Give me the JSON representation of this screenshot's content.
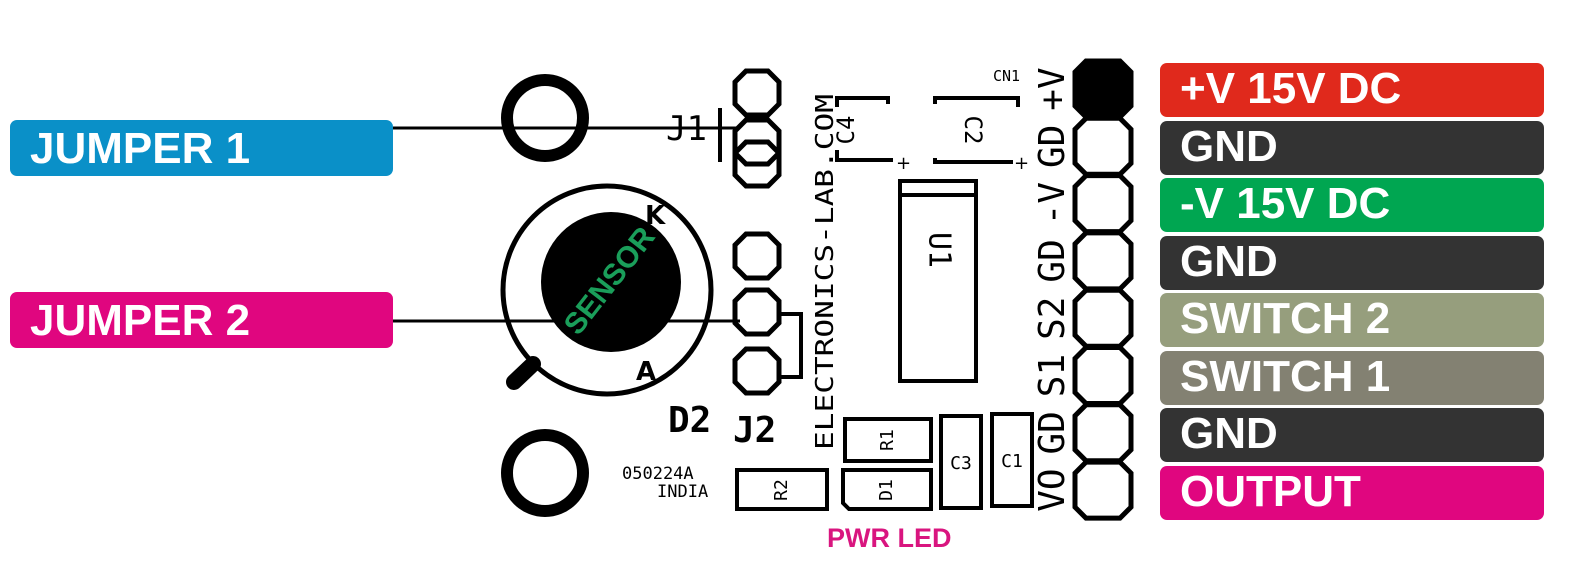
{
  "left_labels": [
    {
      "text": "JUMPER 1",
      "color": "#0a90c8"
    },
    {
      "text": "JUMPER 2",
      "color": "#e0067f"
    }
  ],
  "right_labels": [
    {
      "text": "+V 15V DC",
      "color": "#e0291c"
    },
    {
      "text": "GND",
      "color": "#333333"
    },
    {
      "text": "-V 15V DC",
      "color": "#00a651"
    },
    {
      "text": "GND",
      "color": "#333333"
    },
    {
      "text": "SWITCH 2",
      "color": "#969e7d"
    },
    {
      "text": "SWITCH 1",
      "color": "#838172"
    },
    {
      "text": "GND",
      "color": "#333333"
    },
    {
      "text": "OUTPUT",
      "color": "#e0067f"
    }
  ],
  "pwr_led": {
    "text": "PWR LED",
    "color": "#d9157f"
  },
  "silkscreen": {
    "cn1": "CN1",
    "pin_labels": [
      "+V",
      "GD",
      "-V",
      "GD",
      "S2",
      "S1",
      "GD",
      "VO"
    ],
    "j1": "J1",
    "j2": "J2",
    "d2": "D2",
    "k": "K",
    "a": "A",
    "sensor": "SENSOR",
    "sensor_color": "#1a9e5a",
    "c4": "C4",
    "c2": "C2",
    "u1": "U1",
    "website": "ELECTRONICS-LAB.COM",
    "r1": "R1",
    "r2": "R2",
    "d1": "D1",
    "c3": "C3",
    "c1": "C1",
    "board_code": "050224A",
    "country": "INDIA",
    "plus": "+"
  }
}
